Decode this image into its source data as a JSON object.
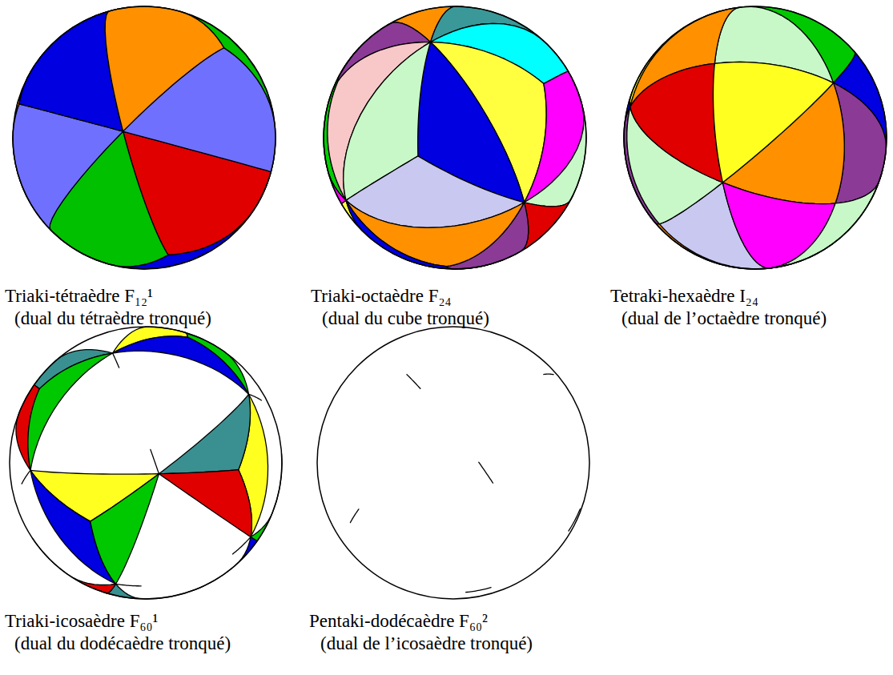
{
  "diagram": {
    "labels": [
      "Triaki-tétraèdre F₁₂¹",
      "(dual du tétraèdre tronqué)",
      "Triaki-octaèdre F₂₄",
      "(dual du cube tronqué)",
      "Tetraki-hexaèdre I₂₄",
      "(dual de l’octaèdre tronqué)",
      "Triaki-icosaèdre F₆₀¹",
      "(dual du dodécaèdre tronqué)",
      "Pentaki-dodécaèdre F₆₀²",
      "(dual de l’icosaèdre tronqué)"
    ]
  }
}
